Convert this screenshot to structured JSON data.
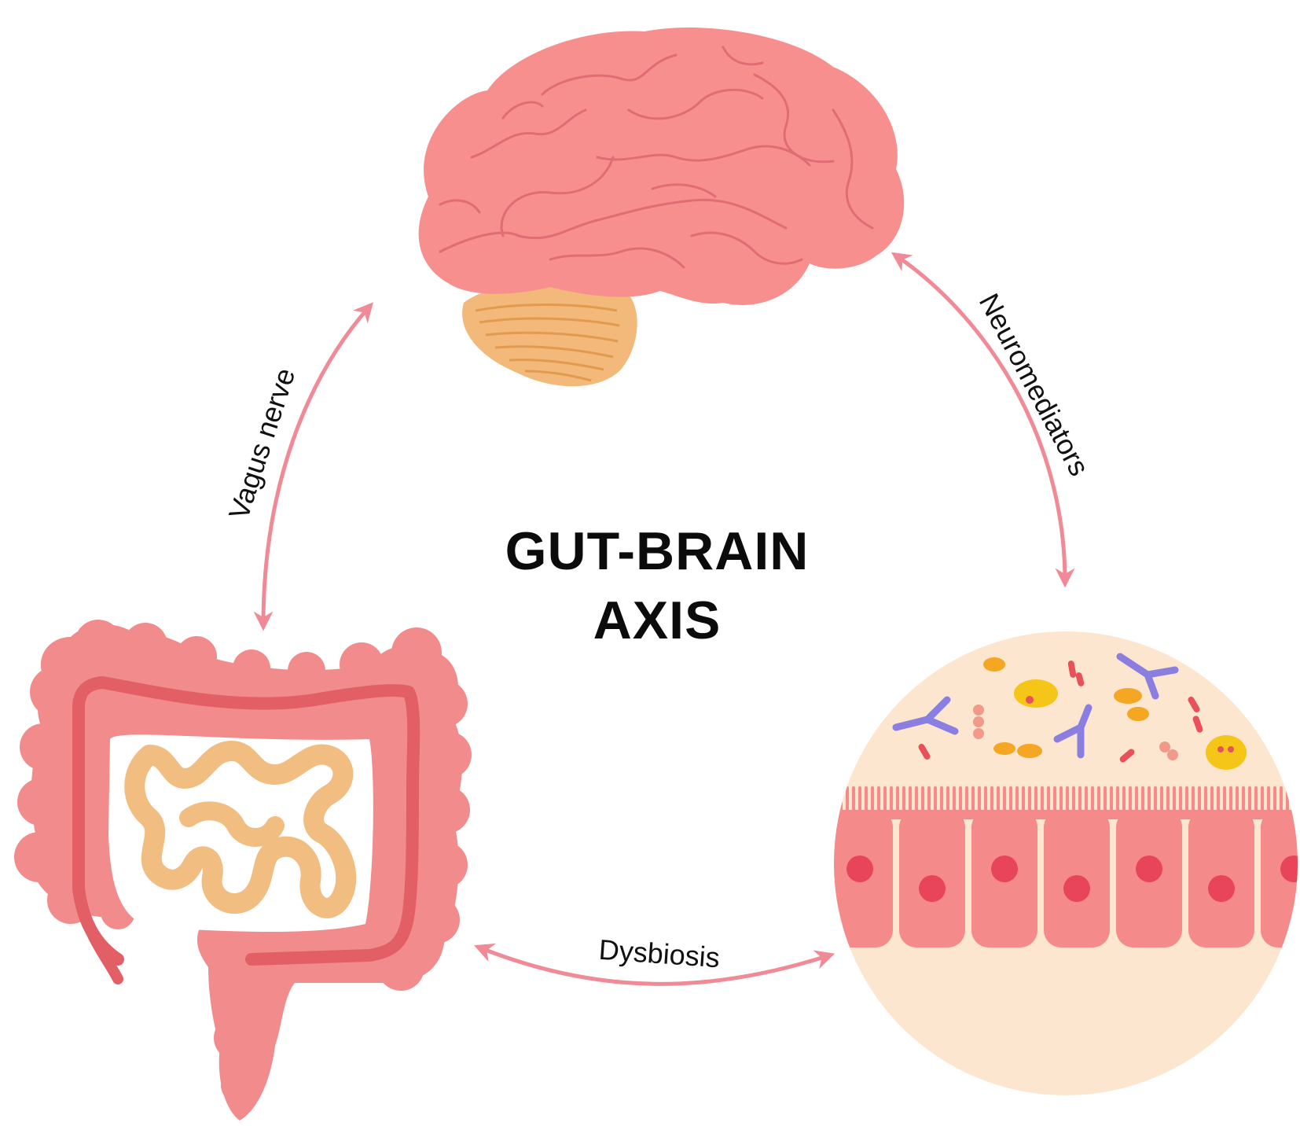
{
  "title": {
    "line1": "GUT-BRAIN",
    "line2": "AXIS"
  },
  "connections": [
    {
      "id": "brain-gut",
      "label": "Vagus nerve"
    },
    {
      "id": "brain-microbiota",
      "label": "Neuromediators"
    },
    {
      "id": "gut-microbiota",
      "label": "Dysbiosis"
    }
  ],
  "colors": {
    "arrow": "#f08a96",
    "brain": "#f78f8f",
    "brain_folds": "#e06c74",
    "cerebellum": "#f2b97a",
    "intestine_large": "#f28b8b",
    "intestine_core": "#e35f66",
    "intestine_small": "#f2bd80",
    "lumen_background": "#fde6cf",
    "epithelium": "#f58a8a",
    "nucleus": "#e8445a",
    "bacteria_orange": "#f5a623",
    "bacteria_purple": "#8a7fe0",
    "bacteria_red": "#e8505a"
  }
}
